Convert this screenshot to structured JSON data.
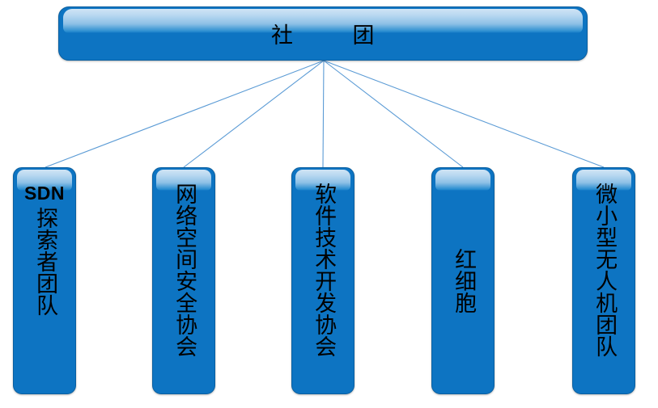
{
  "diagram": {
    "type": "organization-chart",
    "background_color": "#ffffff",
    "node_color": "#0d74c2",
    "gloss_color": "#cfe4f5",
    "connector_color": "#5b9bd5",
    "text_color": "#000000",
    "root": {
      "label": "社        团",
      "label_plain": "社团"
    },
    "children": [
      {
        "id": "child-1",
        "prefix": "SDN",
        "label": "探索者团队",
        "full_label": "SDN探索者团队"
      },
      {
        "id": "child-2",
        "prefix": "",
        "label": "网络空间安全协会",
        "full_label": "网络空间安全协会"
      },
      {
        "id": "child-3",
        "prefix": "",
        "label": "软件技术开发协会",
        "full_label": "软件技术开发协会"
      },
      {
        "id": "child-4",
        "prefix": "",
        "label": "红细胞",
        "full_label": "红细胞"
      },
      {
        "id": "child-5",
        "prefix": "",
        "label": "微小型无人机团队",
        "full_label": "微小型无人机团队"
      }
    ]
  }
}
